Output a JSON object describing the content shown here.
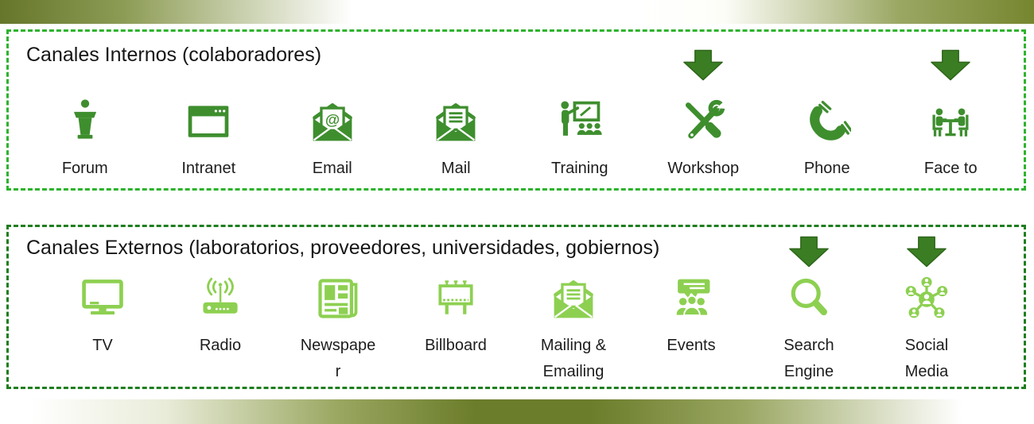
{
  "colors": {
    "internal_icon_green": "#3e8e2e",
    "external_icon_green": "#8dd051",
    "arrow_green": "#3a7d23",
    "internal_border_green": "#2db32d",
    "external_border_green": "#1e7e1e",
    "band_olive": "#6b7c2a",
    "label_text": "#1d1d1d"
  },
  "sections": [
    {
      "title": "Canales Internos (colaboradores)",
      "items": [
        {
          "label": "Forum",
          "icon": "forum-icon",
          "arrow": false
        },
        {
          "label": "Intranet",
          "icon": "intranet-icon",
          "arrow": false
        },
        {
          "label": "Email",
          "icon": "email-icon",
          "arrow": false
        },
        {
          "label": "Mail",
          "icon": "mail-icon",
          "arrow": false
        },
        {
          "label": "Training",
          "icon": "training-icon",
          "arrow": false
        },
        {
          "label": "Workshop",
          "icon": "workshop-icon",
          "arrow": true
        },
        {
          "label": "Phone",
          "icon": "phone-icon",
          "arrow": false
        },
        {
          "label": "Face to",
          "icon": "face-to-face-icon",
          "arrow": true
        }
      ]
    },
    {
      "title": "Canales Externos (laboratorios, proveedores, universidades, gobiernos)",
      "items": [
        {
          "label": "TV",
          "icon": "tv-icon",
          "arrow": false
        },
        {
          "label": "Radio",
          "icon": "radio-icon",
          "arrow": false
        },
        {
          "label": "Newspaper",
          "icon": "newspaper-icon",
          "arrow": false
        },
        {
          "label": "Billboard",
          "icon": "billboard-icon",
          "arrow": false
        },
        {
          "label": "Mailing & Emailing",
          "icon": "mailing-icon",
          "arrow": false
        },
        {
          "label": "Events",
          "icon": "events-icon",
          "arrow": false
        },
        {
          "label": "Search Engine",
          "icon": "search-engine-icon",
          "arrow": true
        },
        {
          "label": "Social Media",
          "icon": "social-media-icon",
          "arrow": true
        }
      ]
    }
  ]
}
